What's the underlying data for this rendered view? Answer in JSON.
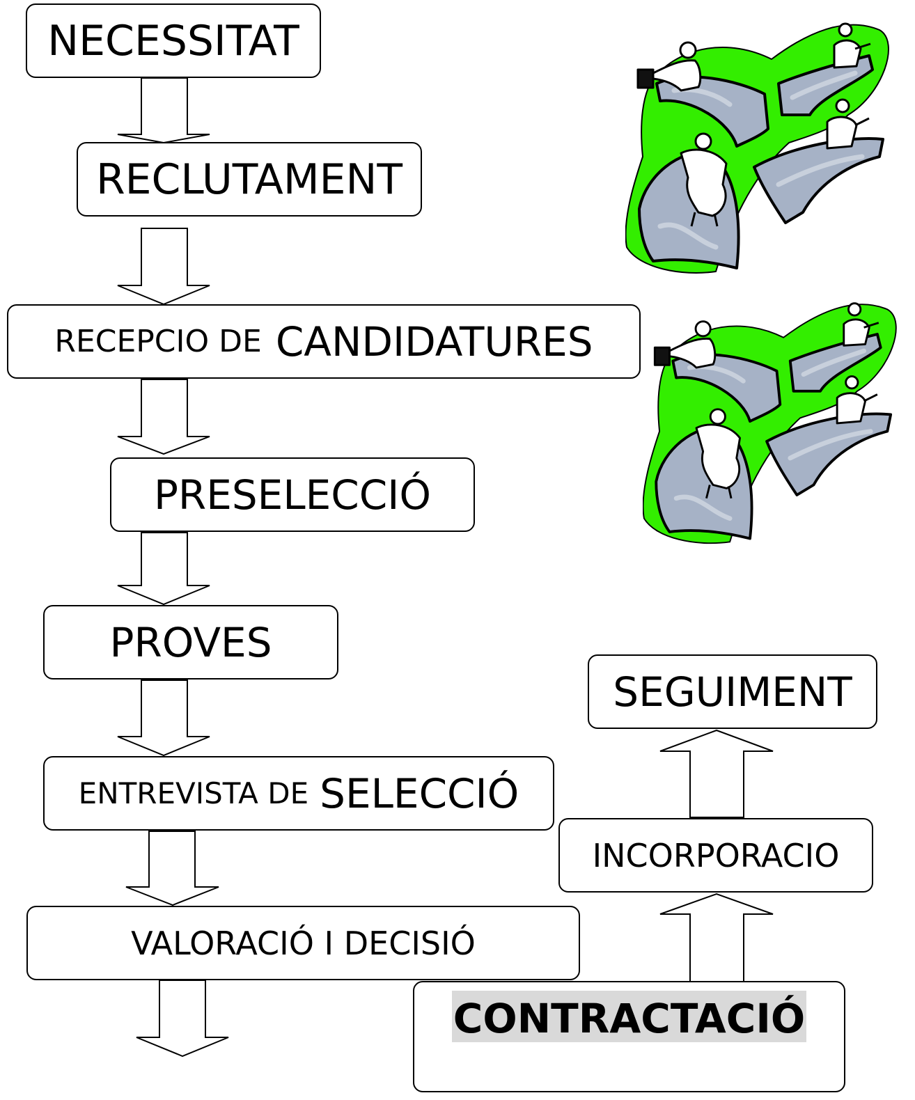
{
  "steps": {
    "necessitat": "NECESSITAT",
    "reclutament": "RECLUTAMENT",
    "recepcio_small": "RECEPCIO DE",
    "recepcio_big": "CANDIDATURES",
    "preseleccio": "PRESELECCIÓ",
    "proves": "PROVES",
    "entrevista_small": "ENTREVISTA DE",
    "entrevista_big": "SELECCIÓ",
    "valoracio": "VALORACIÓ I DECISIÓ",
    "contractacio": "CONTRACTACIÓ",
    "incorporacio": "INCORPORACIO",
    "seguiment": "SEGUIMENT"
  },
  "colors": {
    "clipart_green": "#33ee00",
    "clipart_bridge": "#a6b2c6",
    "highlight": "#d9d9d9"
  },
  "icons": [
    "people-crossing-bridges-clipart",
    "people-crossing-bridges-clipart"
  ]
}
